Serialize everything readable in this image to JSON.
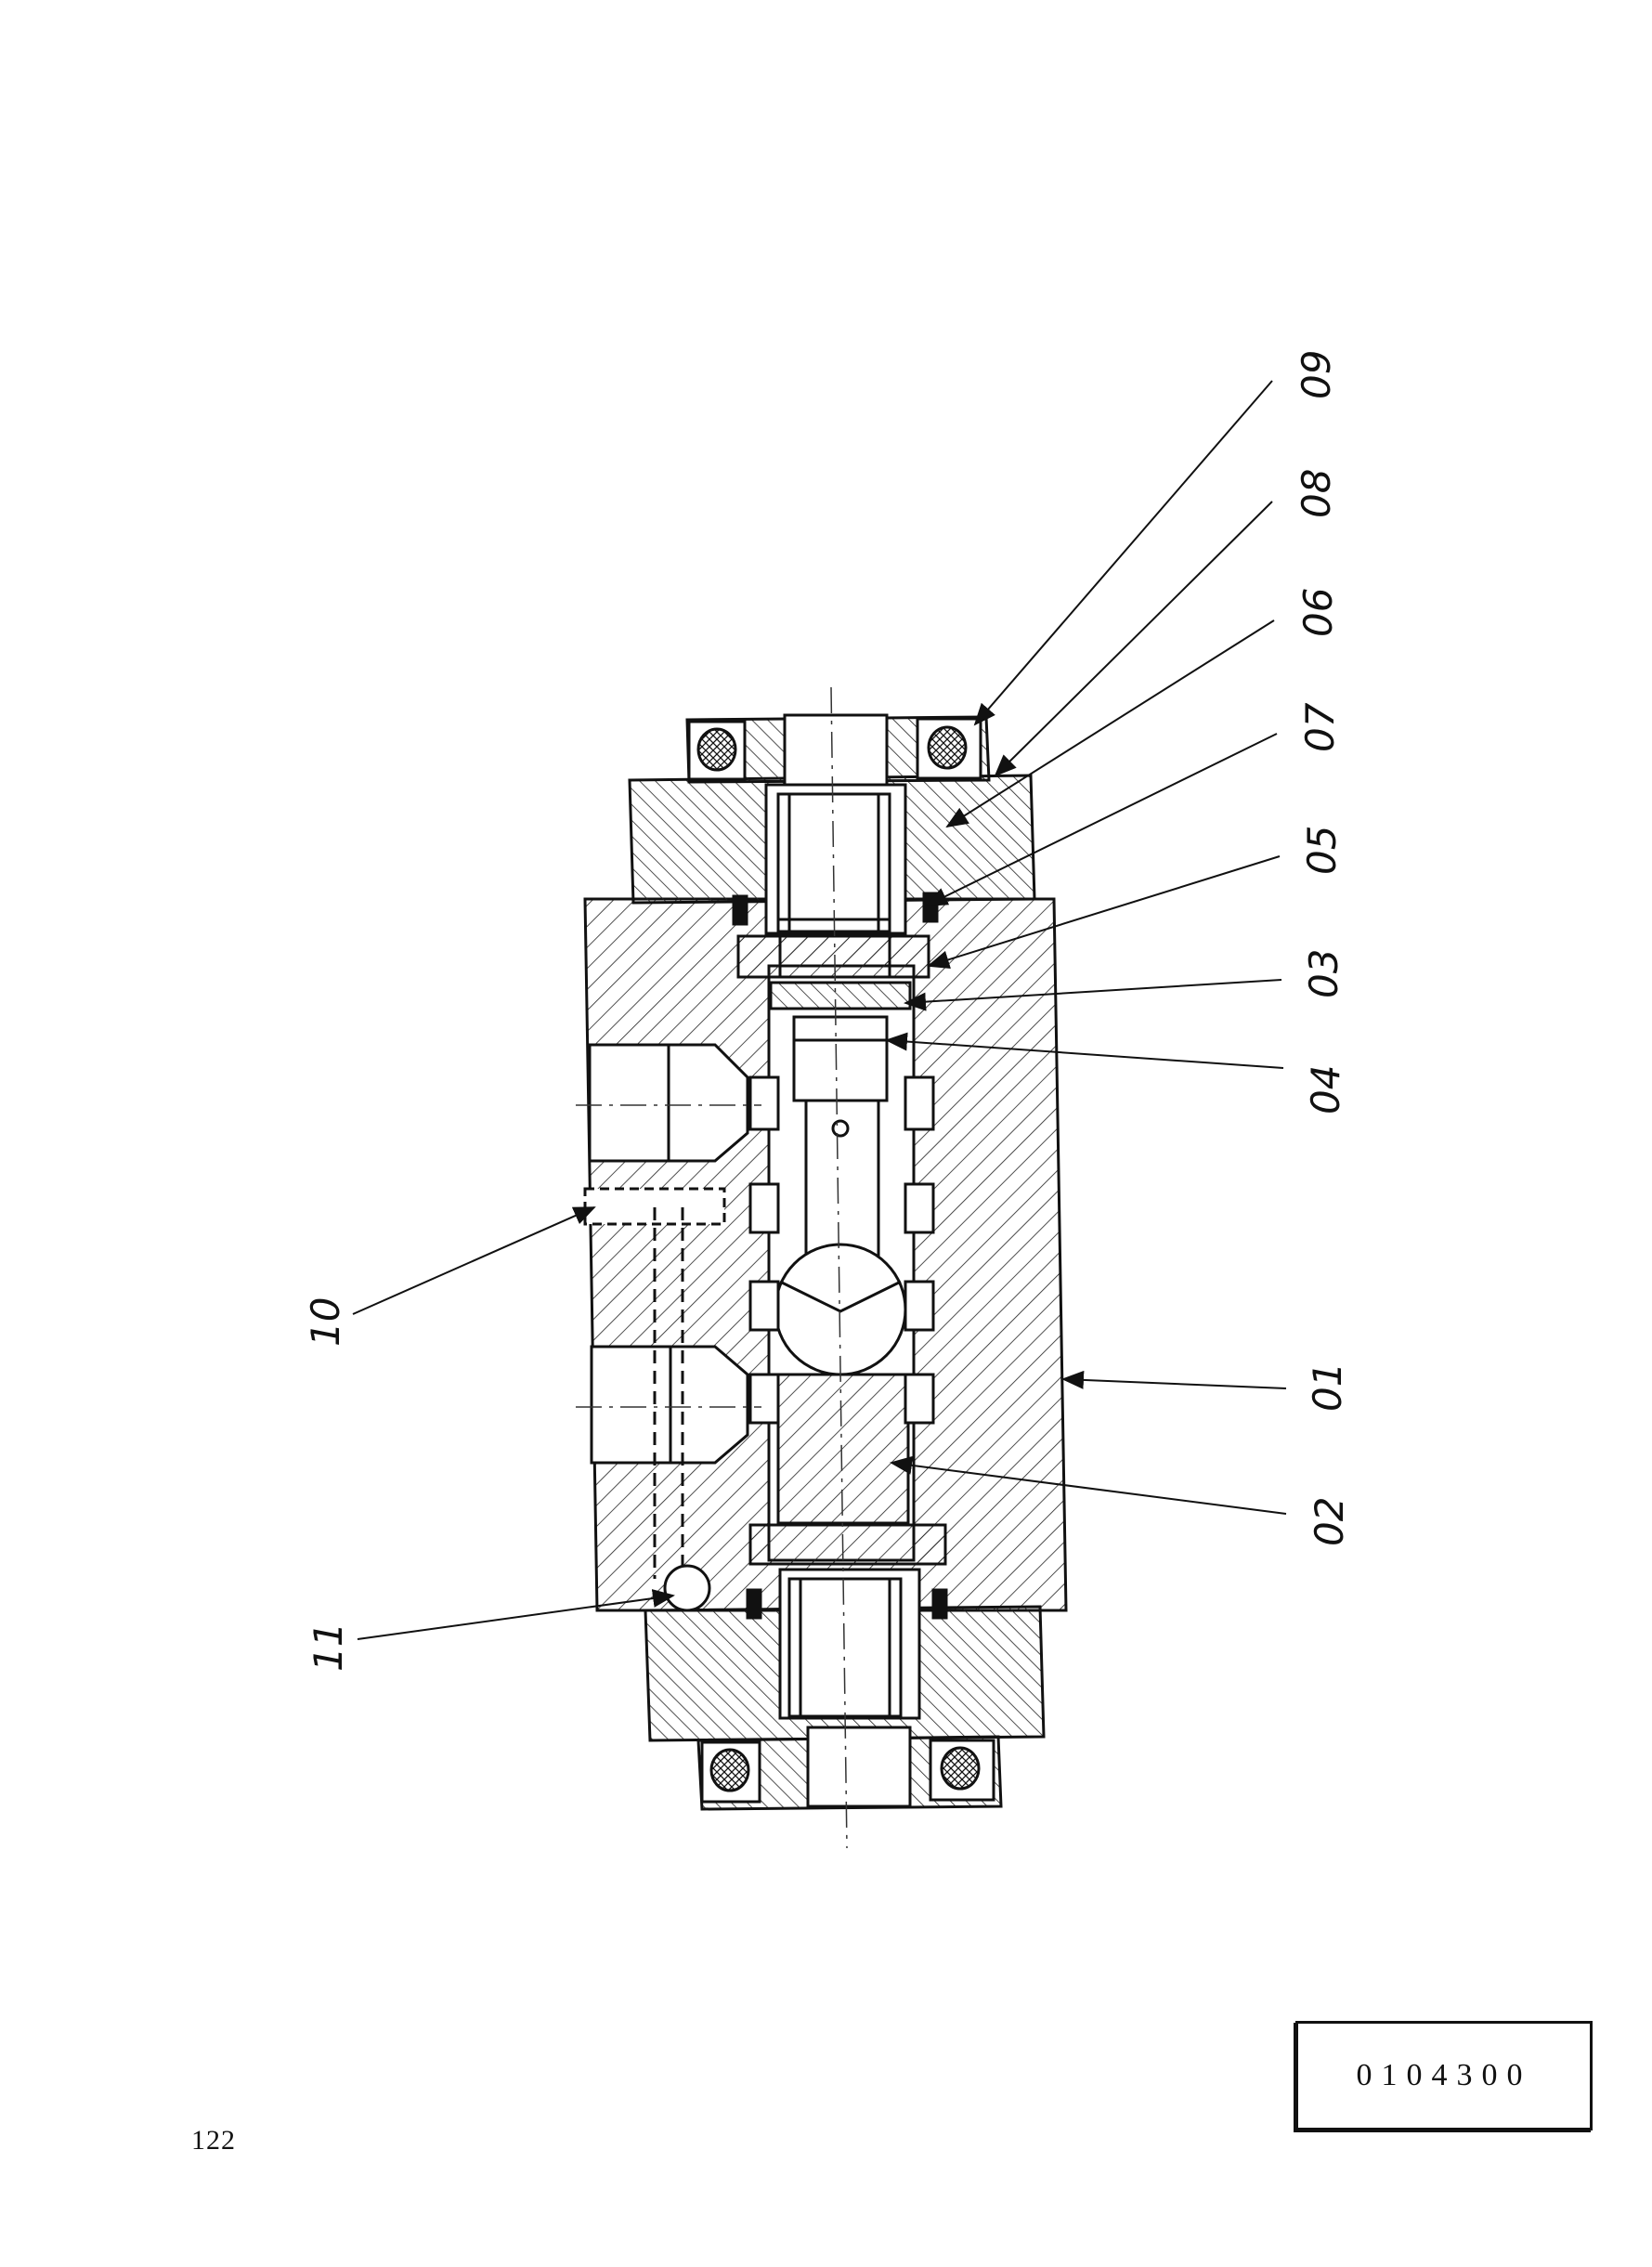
{
  "drawing": {
    "callouts": [
      {
        "id": "c09",
        "label": "09"
      },
      {
        "id": "c08",
        "label": "08"
      },
      {
        "id": "c06",
        "label": "06"
      },
      {
        "id": "c07",
        "label": "07"
      },
      {
        "id": "c05",
        "label": "05"
      },
      {
        "id": "c03",
        "label": "03"
      },
      {
        "id": "c04",
        "label": "04"
      },
      {
        "id": "c10",
        "label": "10"
      },
      {
        "id": "c01",
        "label": "01"
      },
      {
        "id": "c02",
        "label": "02"
      },
      {
        "id": "c11",
        "label": "11"
      }
    ]
  },
  "footer": {
    "page_number": "122",
    "part_number": "0104300"
  }
}
